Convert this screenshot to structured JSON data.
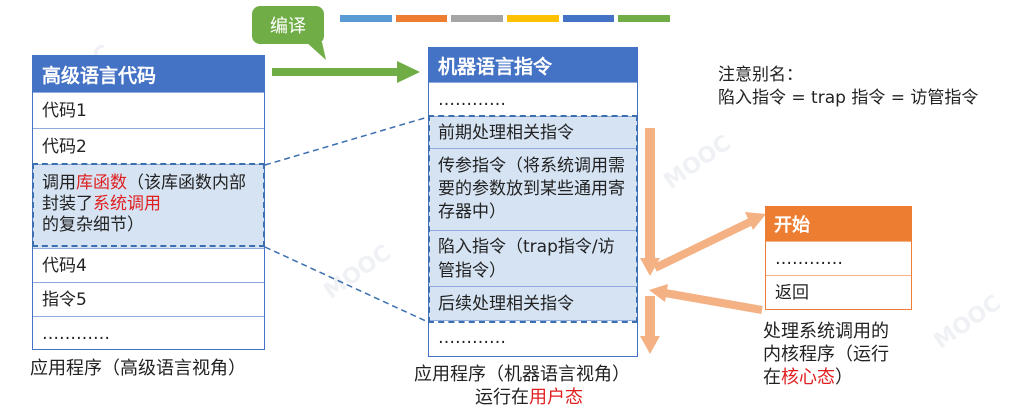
{
  "bubble": {
    "label": "编译"
  },
  "color_bar": [
    "#5b9bd5",
    "#ed7d31",
    "#a5a5a5",
    "#ffc000",
    "#4472c4",
    "#70ad47"
  ],
  "left_table": {
    "header": "高级语言代码",
    "rows": [
      "代码1",
      "代码2"
    ],
    "call_row": {
      "part1": "调用",
      "lib": "库函数",
      "part2": "（该库函数内部封装了",
      "syscall": "系统调用",
      "part3": "的复杂细节）"
    },
    "rows_after": [
      "代码4",
      "指令5",
      "…………"
    ],
    "caption": "应用程序（高级语言视角）"
  },
  "mid_table": {
    "header": "机器语言指令",
    "rows": [
      "…………",
      "前期处理相关指令",
      "传参指令（将系统调用需要的参数放到某些通用寄存器中）",
      "陷入指令（trap指令/访管指令）",
      "后续处理相关指令",
      "…………"
    ],
    "caption1": "应用程序（机器语言视角）",
    "caption2_prefix": "运行在",
    "caption2_highlight": "用户态"
  },
  "note": {
    "line1": "注意别名：",
    "line2": "陷入指令 = trap 指令 = 访管指令"
  },
  "kernel_table": {
    "header": "开始",
    "rows": [
      "…………",
      "返回"
    ],
    "caption_line1": "处理系统调用的",
    "caption_line2": "内核程序（运行",
    "caption_line3_prefix": "在",
    "caption_line3_highlight": "核心态",
    "caption_line3_suffix": "）"
  },
  "colors": {
    "blue_header": "#4472c4",
    "highlight_fill": "#d6e3f3",
    "arrow_green": "#70ad47",
    "arrow_orange": "#f4b183",
    "red_text": "#e02020"
  }
}
